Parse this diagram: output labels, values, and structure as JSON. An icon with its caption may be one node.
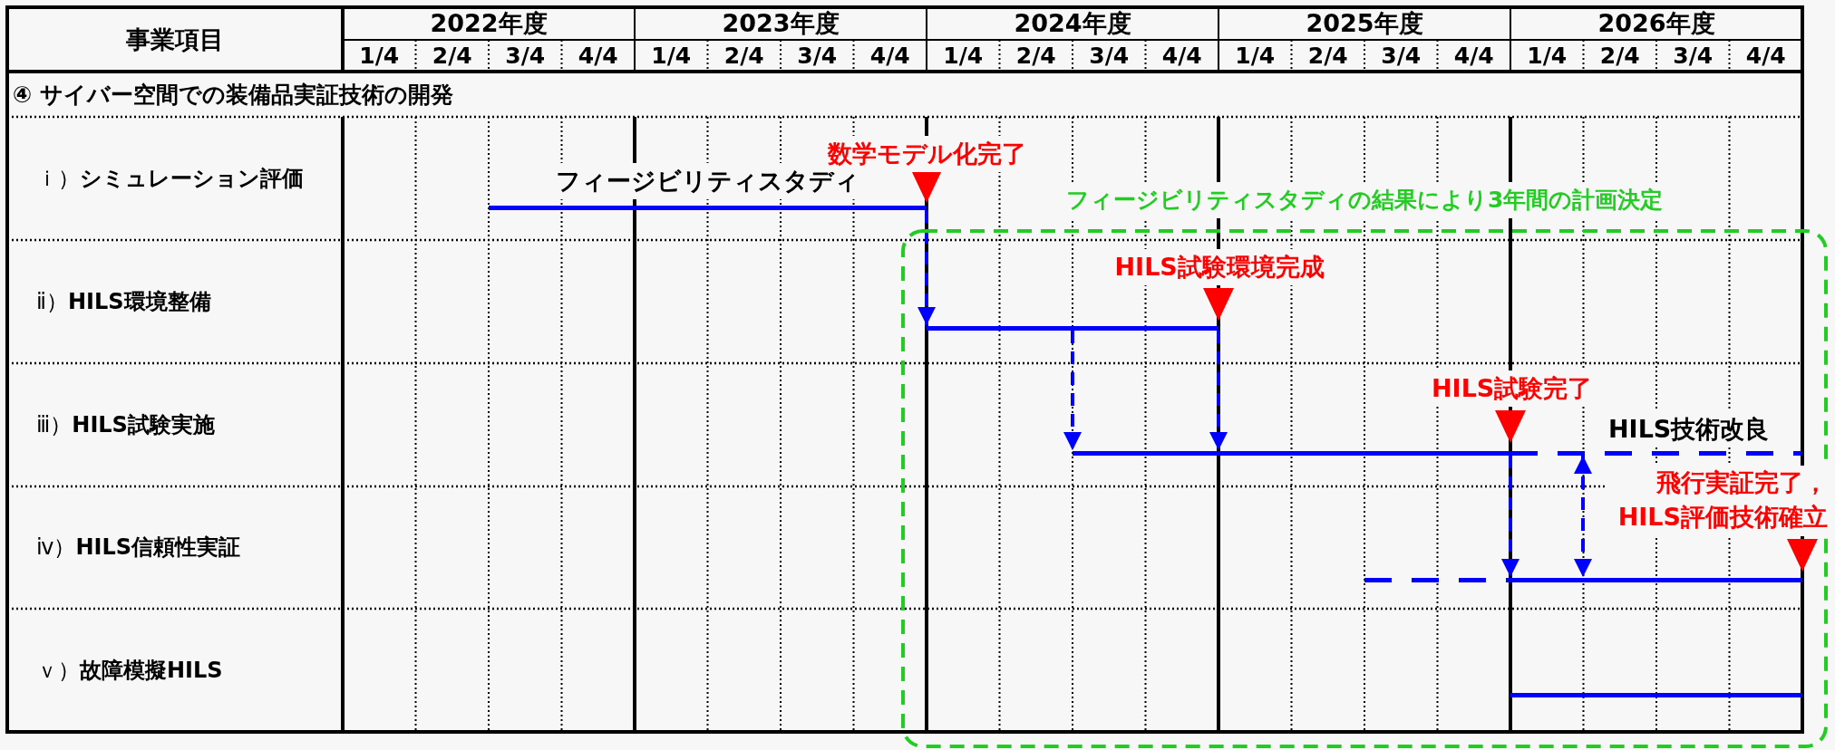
{
  "diagram": {
    "nodes": [
      {
        "text": [
          "フィージビリティスタディ"
        ]
      },
      {
        "text": [
          "数学モデル化完了"
        ]
      },
      {
        "text": [
          "フィージビリティスタディの結果により3年間の計画決定"
        ]
      },
      {
        "text": [],
        "shape": "bar",
        "in": 2
      },
      {
        "text": [
          "HILS試験環境完成"
        ],
        "in": 2
      },
      {
        "text": [],
        "shape": "bar",
        "in": 2
      },
      {
        "text": [
          "HILS試験完了"
        ],
        "in": 2
      },
      {
        "text": [
          "HILS技術改良"
        ],
        "in": 2
      },
      {
        "text": [
          "飛行実証完了，HILS評価技術確立"
        ],
        "in": 2
      },
      {
        "text": [],
        "shape": "bar",
        "in": 2
      },
      {
        "text": [],
        "shape": "bar",
        "in": 2
      },
      {
        "text": [],
        "shape": "bar",
        "in": 2
      }
    ],
    "edges": [
      {
        "from": 0,
        "to": 3,
        "arrow": "to",
        "style": "dashed"
      },
      {
        "from": 3,
        "to": 5,
        "arrow": "to",
        "style": "dashed"
      },
      {
        "from": 3,
        "to": 5,
        "arrow": "to",
        "style": "dashed"
      },
      {
        "from": 5,
        "to": 10,
        "arrow": "to",
        "style": "dashed"
      },
      {
        "from": 7,
        "to": 10,
        "arrow": "both",
        "style": "dashed"
      }
    ],
    "labels": [
      "事業項目",
      "2022年度",
      "2023年度",
      "2024年度",
      "2025年度",
      "2026年度",
      "1/4",
      "2/4",
      "3/4",
      "4/4",
      "1/4",
      "2/4",
      "3/4",
      "4/4",
      "1/4",
      "2/4",
      "3/4",
      "4/4",
      "1/4",
      "2/4",
      "3/4",
      "4/4",
      "1/4",
      "2/4",
      "3/4",
      "4/4",
      "④ サイバー空間での装備品実証技術の開発",
      "ｉ）**シミュレーション評価**",
      "ⅱ）**HILS環境整備**",
      "ⅲ）**HILS試験実施**",
      "ⅳ）**HILS信頼性実証**",
      "ｖ）**故障模擬HILS**"
    ]
  }
}
